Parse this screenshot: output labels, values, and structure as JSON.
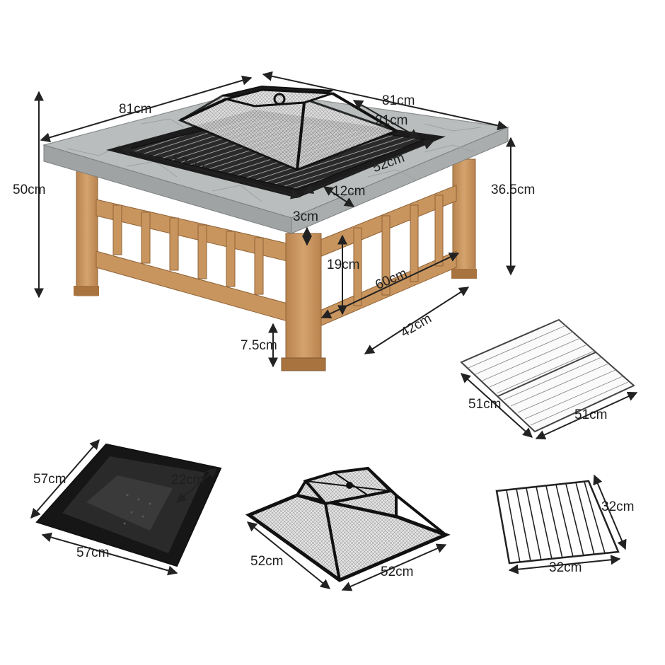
{
  "main_product": {
    "dimensions": {
      "top_width_left": "81cm",
      "top_width_right": "81cm",
      "overall_height": "50cm",
      "leg_height": "36.5cm",
      "grill_left": "52cm",
      "grill_right": "52cm",
      "lid_height": "21cm",
      "rim_gap": "12cm",
      "top_thickness": "3cm",
      "frame_height": "19cm",
      "frame_length": "60cm",
      "base_width": "42cm",
      "foot_height": "7.5cm"
    }
  },
  "components": {
    "large_grate": {
      "side_a": "51cm",
      "side_b": "51cm"
    },
    "fire_bowl": {
      "side_a": "57cm",
      "side_b": "57cm",
      "depth": "22cm"
    },
    "spark_screen": {
      "side_a": "52cm",
      "side_b": "52cm"
    },
    "small_grate": {
      "side_a": "32cm",
      "side_b": "32cm"
    }
  },
  "colors": {
    "wood": "#c9955e",
    "wood_dark": "#a8733f",
    "stone_top": "#b9bdbd",
    "metal": "#1c1c1c",
    "line": "#222222"
  }
}
